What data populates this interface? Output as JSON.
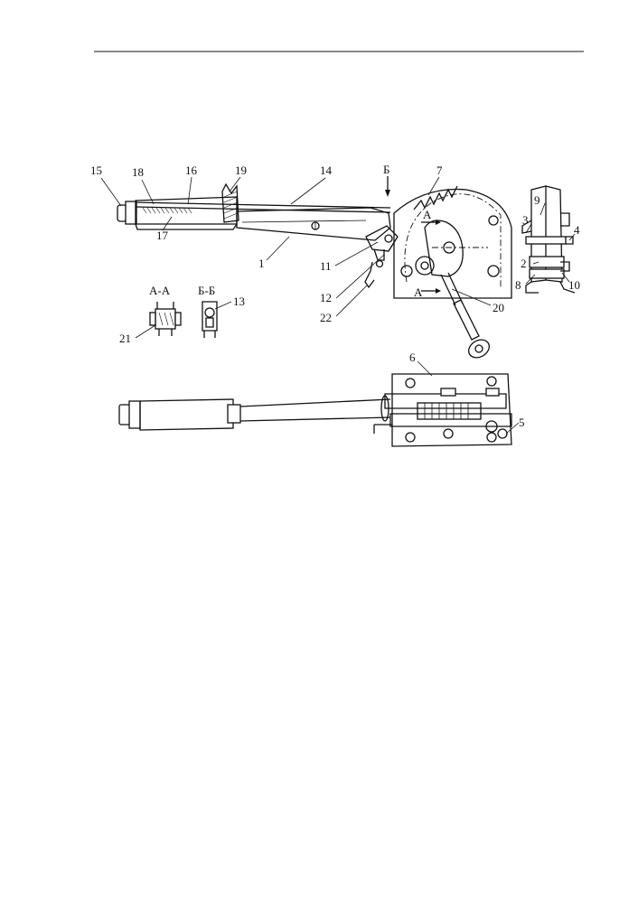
{
  "callouts": [
    "15",
    "18",
    "16",
    "19",
    "14",
    "Б",
    "7",
    "9",
    "3",
    "4",
    "2",
    "8",
    "10",
    "17",
    "1",
    "11",
    "12",
    "22",
    "20",
    "21",
    "13",
    "6",
    "5"
  ],
  "section_labels": {
    "aa": "А-А",
    "bb": "Б-Б"
  },
  "marks": {
    "arrow_a_top": "А",
    "arrow_a_bottom": "А"
  }
}
